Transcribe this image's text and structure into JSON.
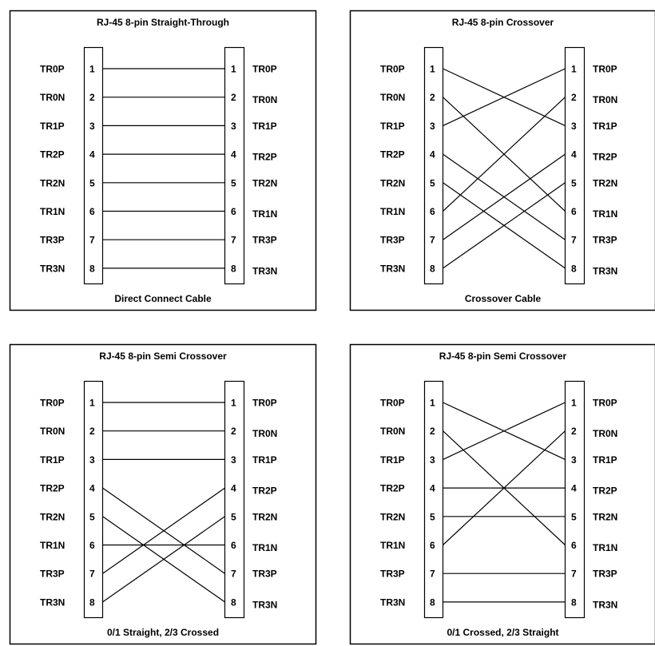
{
  "panels": [
    {
      "title": "RJ-45 8-pin Straight-Through",
      "caption": "Direct Connect Cable",
      "left_signals": [
        "TR0P",
        "TR0N",
        "TR1P",
        "TR2P",
        "TR2N",
        "TR1N",
        "TR3P",
        "TR3N"
      ],
      "right_signals": [
        "TR0P",
        "TR0N",
        "TR1P",
        "TR2P",
        "TR2N",
        "TR1N",
        "TR3P",
        "TR3N"
      ],
      "pins": [
        "1",
        "2",
        "3",
        "4",
        "5",
        "6",
        "7",
        "8"
      ],
      "wiring": [
        [
          1,
          1
        ],
        [
          2,
          2
        ],
        [
          3,
          3
        ],
        [
          4,
          4
        ],
        [
          5,
          5
        ],
        [
          6,
          6
        ],
        [
          7,
          7
        ],
        [
          8,
          8
        ]
      ]
    },
    {
      "title": "RJ-45 8-pin Crossover",
      "caption": "Crossover Cable",
      "left_signals": [
        "TR0P",
        "TR0N",
        "TR1P",
        "TR2P",
        "TR2N",
        "TR1N",
        "TR3P",
        "TR3N"
      ],
      "right_signals": [
        "TR0P",
        "TR0N",
        "TR1P",
        "TR2P",
        "TR2N",
        "TR1N",
        "TR3P",
        "TR3N"
      ],
      "pins": [
        "1",
        "2",
        "3",
        "4",
        "5",
        "6",
        "7",
        "8"
      ],
      "wiring": [
        [
          1,
          3
        ],
        [
          2,
          6
        ],
        [
          3,
          1
        ],
        [
          4,
          7
        ],
        [
          5,
          8
        ],
        [
          6,
          2
        ],
        [
          7,
          4
        ],
        [
          8,
          5
        ]
      ]
    },
    {
      "title": "RJ-45 8-pin Semi Crossover",
      "caption": "0/1 Straight, 2/3 Crossed",
      "left_signals": [
        "TR0P",
        "TR0N",
        "TR1P",
        "TR2P",
        "TR2N",
        "TR1N",
        "TR3P",
        "TR3N"
      ],
      "right_signals": [
        "TR0P",
        "TR0N",
        "TR1P",
        "TR2P",
        "TR2N",
        "TR1N",
        "TR3P",
        "TR3N"
      ],
      "pins": [
        "1",
        "2",
        "3",
        "4",
        "5",
        "6",
        "7",
        "8"
      ],
      "wiring": [
        [
          1,
          1
        ],
        [
          2,
          2
        ],
        [
          3,
          3
        ],
        [
          4,
          7
        ],
        [
          5,
          8
        ],
        [
          6,
          6
        ],
        [
          7,
          4
        ],
        [
          8,
          5
        ]
      ]
    },
    {
      "title": "RJ-45 8-pin Semi Crossover",
      "caption": "0/1 Crossed, 2/3 Straight",
      "left_signals": [
        "TR0P",
        "TR0N",
        "TR1P",
        "TR2P",
        "TR2N",
        "TR1N",
        "TR3P",
        "TR3N"
      ],
      "right_signals": [
        "TR0P",
        "TR0N",
        "TR1P",
        "TR2P",
        "TR2N",
        "TR1N",
        "TR3P",
        "TR3N"
      ],
      "pins": [
        "1",
        "2",
        "3",
        "4",
        "5",
        "6",
        "7",
        "8"
      ],
      "wiring": [
        [
          1,
          3
        ],
        [
          2,
          6
        ],
        [
          3,
          1
        ],
        [
          4,
          4
        ],
        [
          5,
          5
        ],
        [
          6,
          2
        ],
        [
          7,
          7
        ],
        [
          8,
          8
        ]
      ]
    }
  ]
}
